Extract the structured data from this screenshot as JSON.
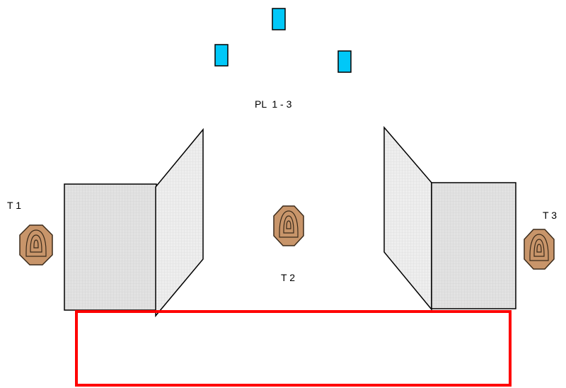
{
  "labels": {
    "pl": "PL  1 - 3",
    "t1": "T 1",
    "t2": "T 2",
    "t3": "T 3"
  },
  "colors": {
    "shooting_position": "#00c8f8",
    "target": "#c8956a",
    "target_outline": "#3a2a1a",
    "wall_face": "#dcdcdc",
    "wall_side": "#ececec",
    "fault_line_box": "#ff0000"
  }
}
